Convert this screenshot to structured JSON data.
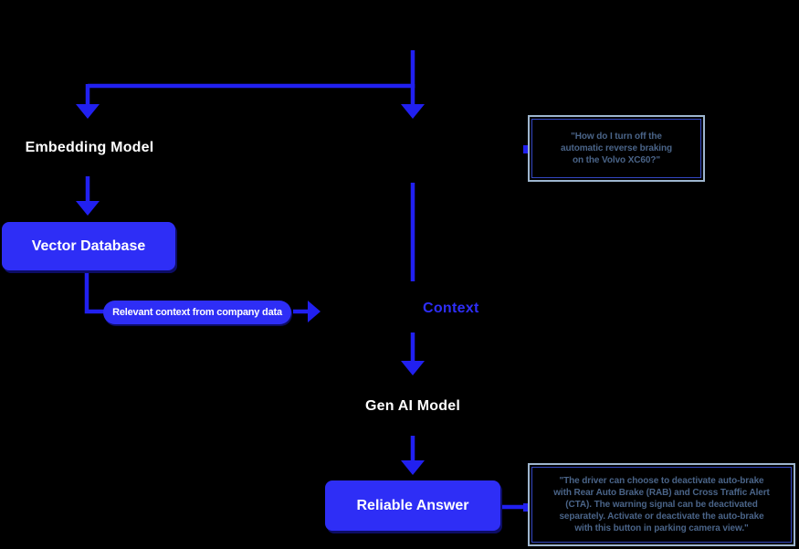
{
  "colors": {
    "background": "#000000",
    "line_blue": "#2120f0",
    "node_fill_blue": "#2e2ef6",
    "context_label_blue": "#2e2ef8",
    "quote_border_blue_gray": "#9eb6cf",
    "quote_inner_border_blue": "#3448c4",
    "quote_text_slate": "#4a6488",
    "node_text_white": "#ffffff"
  },
  "nodes": {
    "embedding_model": "Embedding Model",
    "vector_database": "Vector Database",
    "relevant_context_pill": "Relevant context from company data",
    "context_label": "Context",
    "gen_ai_model": "Gen AI Model",
    "reliable_answer": "Reliable Answer"
  },
  "question_box": {
    "lines": [
      "\"How do I turn off the",
      "automatic reverse braking",
      "on the Volvo XC60?\""
    ]
  },
  "answer_box": {
    "lines": [
      "\"The driver can choose to deactivate auto-brake",
      "with Rear Auto Brake (RAB) and Cross Traffic Alert",
      "(CTA). The warning signal can be deactivated",
      "separately. Activate or deactivate the auto-brake",
      "with this button in parking camera view.\""
    ]
  }
}
